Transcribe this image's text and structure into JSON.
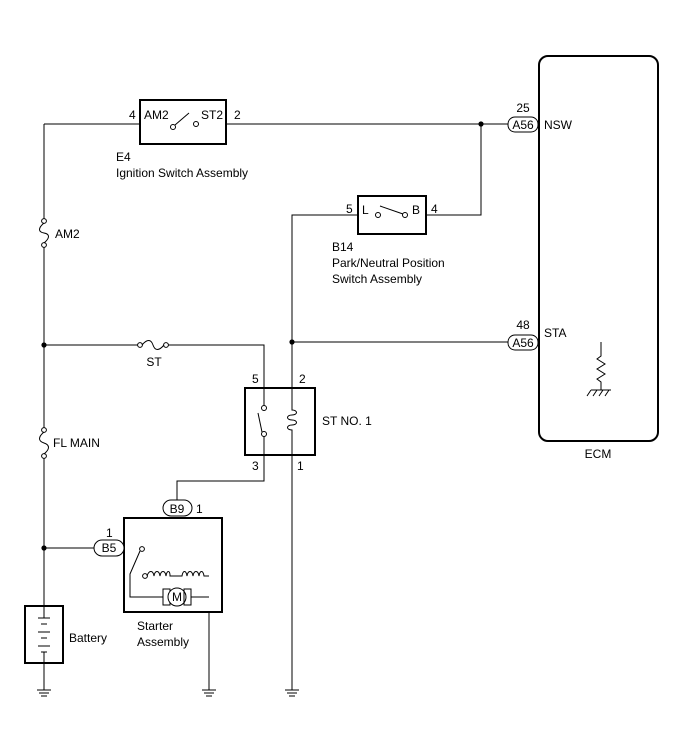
{
  "components": {
    "ignition_switch": {
      "ref": "E4",
      "name": "Ignition Switch Assembly",
      "term_left": "AM2",
      "term_right": "ST2",
      "pin_left": "4",
      "pin_right": "2"
    },
    "pnp_switch": {
      "ref": "B14",
      "name_line1": "Park/Neutral Position",
      "name_line2": "Switch Assembly",
      "term_left": "L",
      "term_right": "B",
      "pin_left": "5",
      "pin_right": "4"
    },
    "st_relay": {
      "name": "ST NO. 1",
      "pin_tl": "5",
      "pin_tr": "2",
      "pin_bl": "3",
      "pin_br": "1"
    },
    "starter": {
      "name_line1": "Starter",
      "name_line2": "Assembly",
      "connector_top": "B9",
      "connector_top_pin": "1",
      "connector_left": "B5",
      "connector_left_pin": "1",
      "motor_symbol": "M"
    },
    "battery": {
      "name": "Battery"
    },
    "ecm": {
      "name": "ECM",
      "connector_nsw": "A56",
      "pin_nsw": "25",
      "signal_nsw": "NSW",
      "connector_sta": "A56",
      "pin_sta": "48",
      "signal_sta": "STA"
    }
  },
  "fuses": {
    "am2": "AM2",
    "st": "ST",
    "fl_main": "FL MAIN"
  }
}
